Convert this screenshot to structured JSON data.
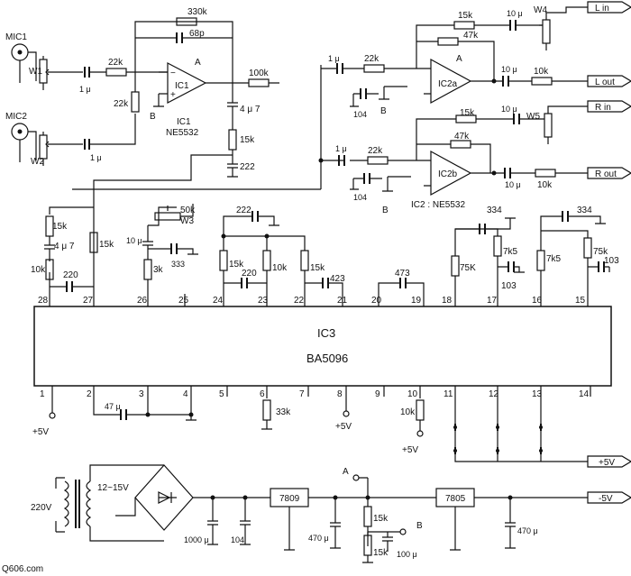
{
  "watermark": "Q606.com",
  "ic": {
    "name": "IC3",
    "part": "BA5096"
  },
  "mics": [
    "MIC1",
    "MIC2"
  ],
  "ic1": {
    "ref": "IC1",
    "sub": "IC1",
    "part": "NE5532"
  },
  "ic2": {
    "a": "IC2a",
    "b": "IC2b",
    "note": "IC2 :  NE5532"
  },
  "nodes": {
    "A": "A",
    "B": "B"
  },
  "ports": {
    "l_in": "L in",
    "l_out": "L out",
    "r_in": "R in",
    "r_out": "R out",
    "plus5": "+5V",
    "minus5": "-5V",
    "vcc": "+5V"
  },
  "power": {
    "mains": "220V",
    "secondary": "12~15V",
    "reg1": "7809",
    "reg2": "7805"
  },
  "pots": {
    "w1": "W1",
    "w2": "W2",
    "w3": "W3",
    "w4": "W4",
    "w5": "W5"
  },
  "parts": {
    "r330k": "330k",
    "c68p": "68p",
    "r22k": "22k",
    "c1u": "1 μ",
    "r100k": "100k",
    "c4u7": "4 μ 7",
    "r15k": "15k",
    "c222": "222",
    "r47k": "47k",
    "c10u": "10 μ",
    "r10k": "10k",
    "c104": "104",
    "r50k": "50k",
    "r3k": "3k",
    "c333": "333",
    "c220": "220",
    "c423": "423",
    "c473": "473",
    "c334": "334",
    "r7k5": "7k5",
    "r75K": "75K",
    "r75k": "75k",
    "c103": "103",
    "c47u": "47 μ",
    "r33k": "33k",
    "c1000u": "1000 μ",
    "c470u": "470 μ",
    "c100u": "100 μ"
  },
  "pins": {
    "p1": "1",
    "p2": "2",
    "p3": "3",
    "p4": "4",
    "p5": "5",
    "p6": "6",
    "p7": "7",
    "p8": "8",
    "p9": "9",
    "p10": "10",
    "p11": "11",
    "p12": "12",
    "p13": "13",
    "p14": "14",
    "p15": "15",
    "p16": "16",
    "p17": "17",
    "p18": "18",
    "p19": "19",
    "p20": "20",
    "p21": "21",
    "p22": "22",
    "p23": "23",
    "p24": "24",
    "p25": "25",
    "p26": "26",
    "p27": "27",
    "p28": "28"
  }
}
